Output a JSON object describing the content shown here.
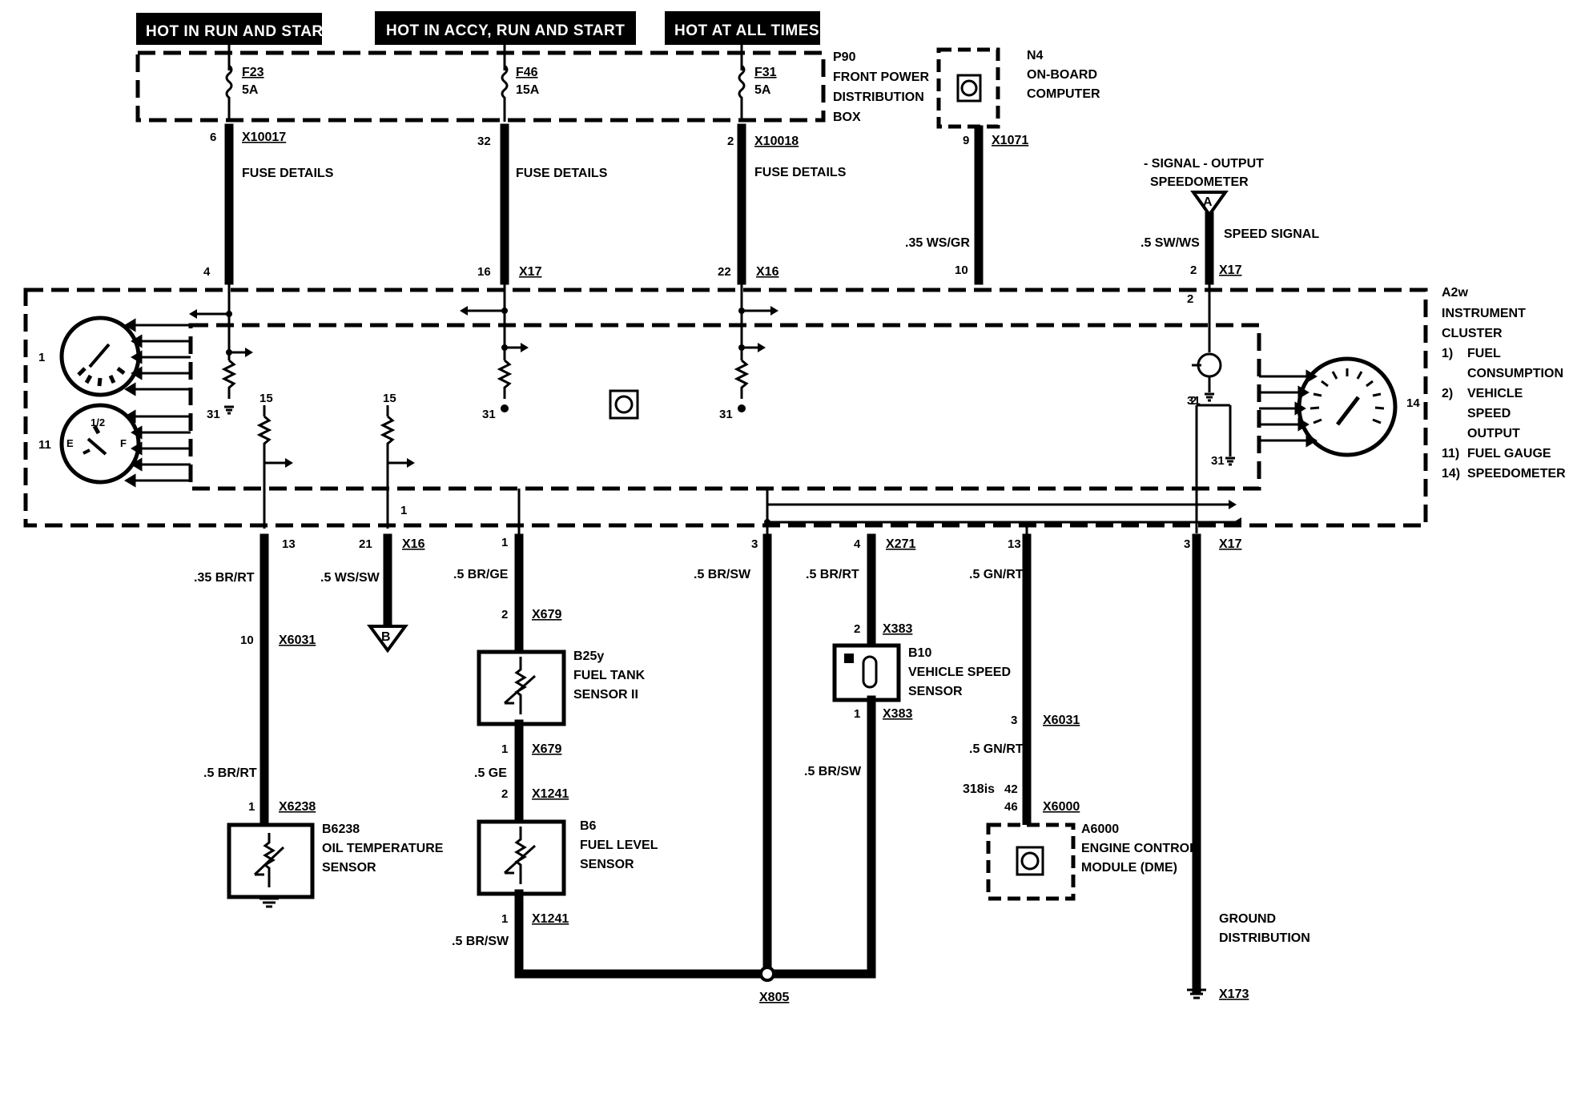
{
  "headers": {
    "run_start": "HOT IN RUN AND START",
    "accy_run_start": "HOT IN ACCY, RUN AND START",
    "all_times": "HOT AT ALL TIMES"
  },
  "fuses": [
    {
      "id": "F23",
      "rating": "5A",
      "pin": "6",
      "connector": "X10017",
      "details": "FUSE DETAILS"
    },
    {
      "id": "F46",
      "rating": "15A",
      "pin": "32",
      "connector": "",
      "details": "FUSE DETAILS"
    },
    {
      "id": "F31",
      "rating": "5A",
      "pin": "2",
      "connector": "X10018",
      "details": "FUSE DETAILS"
    }
  ],
  "p90": {
    "id": "P90",
    "line1": "FRONT POWER",
    "line2": "DISTRIBUTION",
    "line3": "BOX"
  },
  "n4": {
    "id": "N4",
    "line1": "ON-BOARD",
    "line2": "COMPUTER",
    "pin": "9",
    "connector": "X1071",
    "wire": ".35 WS/GR",
    "cluster_pin": "10"
  },
  "speed_output": {
    "line1": "- SIGNAL - OUTPUT",
    "line2": "SPEEDOMETER",
    "marker": "A",
    "wire": ".5 SW/WS",
    "label": "SPEED SIGNAL",
    "pin": "2",
    "connector": "X17",
    "inner_pin": "2"
  },
  "cluster_top_pins": {
    "p1": "4",
    "p2": "16",
    "c2": "X17",
    "p3": "22",
    "c3": "X16"
  },
  "a2w": {
    "id": "A2w",
    "line1": "INSTRUMENT",
    "line2": "CLUSTER",
    "legend": [
      {
        "num": "1)",
        "text": "FUEL",
        "text2": "CONSUMPTION"
      },
      {
        "num": "2)",
        "text": "VEHICLE",
        "text2": "SPEED",
        "text3": "OUTPUT"
      },
      {
        "num": "11)",
        "text": "FUEL GAUGE"
      },
      {
        "num": "14)",
        "text": "SPEEDOMETER"
      }
    ]
  },
  "cluster_inner": {
    "gauge1": "1",
    "gauge11": "11",
    "gauge14": "14",
    "g31a": "31",
    "g31b": "31",
    "g31c": "31",
    "g31d": "31",
    "g31e": "31",
    "r15a": "15",
    "r15b": "15",
    "bus_pin": "1",
    "fuel_e": "E",
    "fuel_half": "1/2",
    "fuel_f": "F"
  },
  "bottom_pins": {
    "p13a": "13",
    "p21": "21",
    "c16": "X16",
    "p1": "1",
    "p3a": "3",
    "p4": "4",
    "c271": "X271",
    "p13b": "13",
    "p3b": "3",
    "c17": "X17"
  },
  "oil_branch": {
    "wire1": ".35 BR/RT",
    "pin_a": "10",
    "conn_a": "X6031",
    "wire2": ".5 BR/RT",
    "pin_b": "1",
    "conn_b": "X6238",
    "id": "B6238",
    "line1": "OIL TEMPERATURE",
    "line2": "SENSOR"
  },
  "b_branch": {
    "wire": ".5 WS/SW",
    "marker": "B"
  },
  "fuel_branch": {
    "wire1": ".5 BR/GE",
    "pin_a": "2",
    "conn_a": "X679",
    "b25_id": "B25y",
    "b25_line1": "FUEL TANK",
    "b25_line2": "SENSOR II",
    "pin_b": "1",
    "conn_b": "X679",
    "wire2": ".5 GE",
    "pin_c": "2",
    "conn_c": "X1241",
    "b6_id": "B6",
    "b6_line1": "FUEL LEVEL",
    "b6_line2": "SENSOR",
    "pin_d": "1",
    "conn_d": "X1241",
    "wire3": ".5 BR/SW"
  },
  "ground_wire": {
    "wire": ".5 BR/SW",
    "splice": "X805"
  },
  "vss_branch": {
    "wire1": ".5 BR/RT",
    "pin_a": "2",
    "conn_a": "X383",
    "id": "B10",
    "line1": "VEHICLE SPEED",
    "line2": "SENSOR",
    "pin_b": "1",
    "conn_b": "X383",
    "wire2": ".5 BR/SW"
  },
  "ecm_branch": {
    "wire1": ".5 GN/RT",
    "pin_a": "3",
    "conn_a": "X6031",
    "wire2": ".5 GN/RT",
    "variant": "318is",
    "pin_b1": "42",
    "pin_b2": "46",
    "conn_b": "X6000",
    "id": "A6000",
    "line1": "ENGINE CONTROL",
    "line2": "MODULE (DME)"
  },
  "ground_dist": {
    "line1": "GROUND",
    "line2": "DISTRIBUTION",
    "conn": "X173"
  }
}
